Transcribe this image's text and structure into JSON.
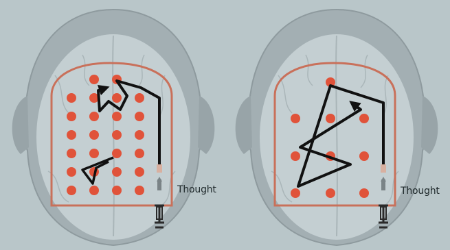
{
  "colors": {
    "background": "#b9c6c9",
    "skull": "#9eaaae",
    "brain": "#c2cccf",
    "grid_outline": "#c9705a",
    "electrode": "#e0533a",
    "path": "#111111",
    "probe": "#2a2a2a"
  },
  "panels": [
    {
      "id": "left",
      "label": "Thought",
      "grid": "dense"
    },
    {
      "id": "right",
      "label": "Thought",
      "grid": "sparse"
    }
  ]
}
